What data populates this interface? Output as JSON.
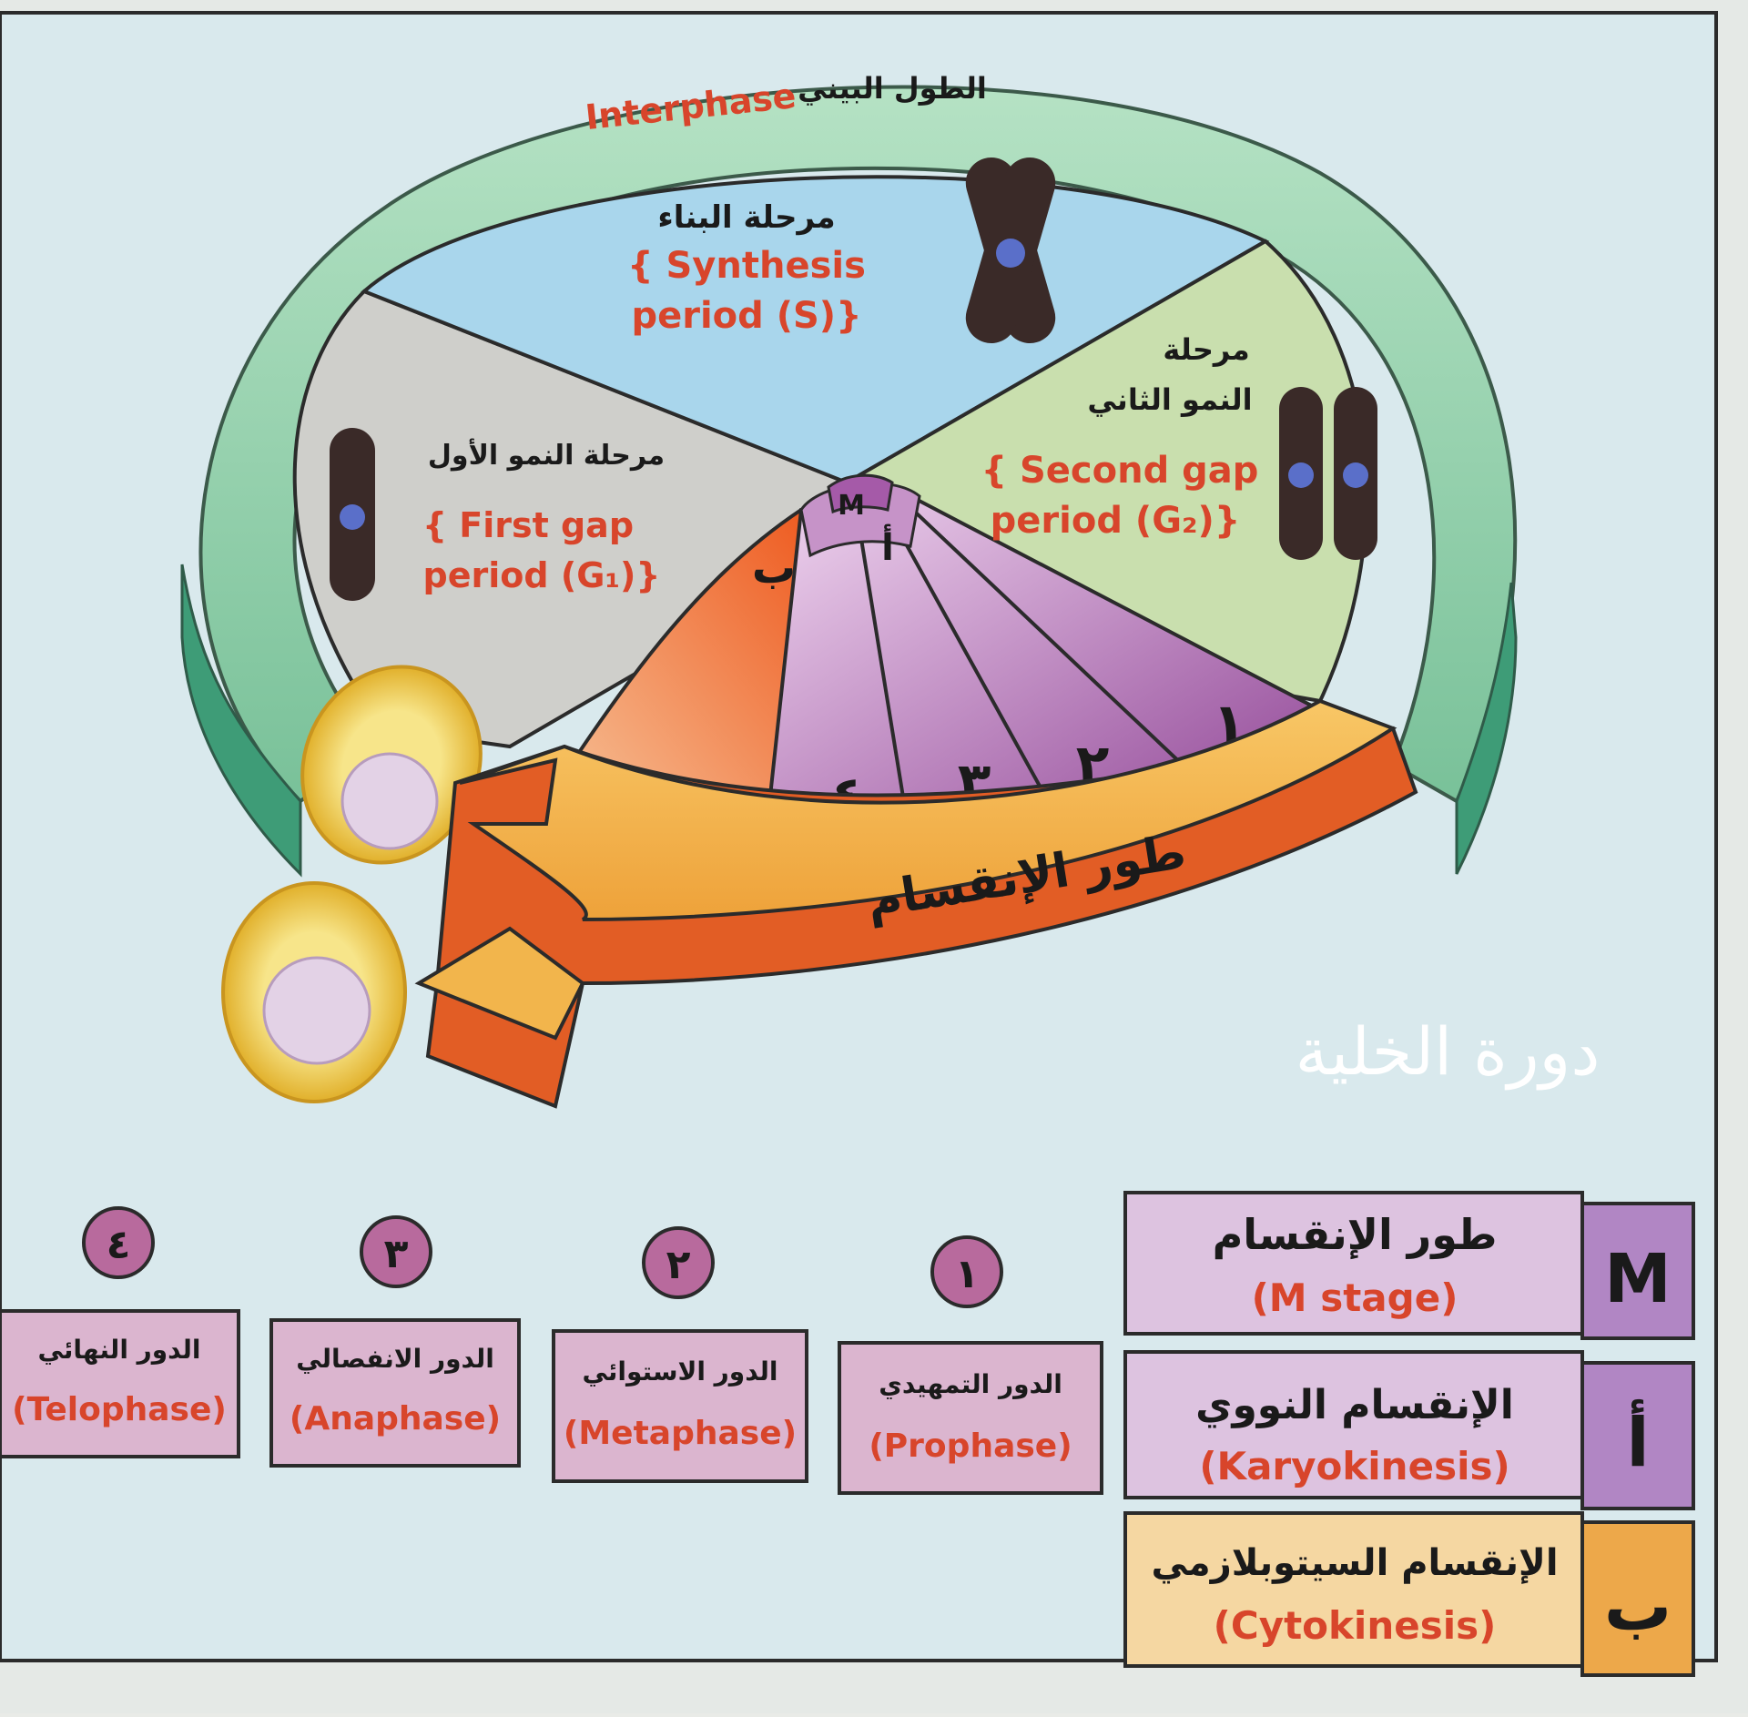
{
  "interphase": {
    "title_en": "Interphase",
    "title_ar": "الطول البيني"
  },
  "phases": {
    "synthesis": {
      "ar": "مرحلة البناء",
      "en_1": "{ Synthesis",
      "en_2": "period (S)}"
    },
    "g1": {
      "ar": "مرحلة النمو الأول",
      "en_1": "{ First gap",
      "en_2": "period (G₁)}"
    },
    "g2": {
      "ar_1": "مرحلة",
      "ar_2": "النمو الثاني",
      "en_1": "{ Second gap",
      "en_2": "period (G₂)}"
    }
  },
  "mitotic": {
    "center_m": "M",
    "karyo_letter": "أ",
    "cyto_letter": "ب",
    "stage_numbers": [
      "١",
      "٢",
      "٣",
      "٤"
    ],
    "arrow_label": "طور الإنقسام"
  },
  "caption": "دورة الخلية",
  "stages": [
    {
      "num": "١",
      "ar": "الدور التمهيدي",
      "en": "(Prophase)"
    },
    {
      "num": "٢",
      "ar": "الدور الاستوائي",
      "en": "(Metaphase)"
    },
    {
      "num": "٣",
      "ar": "الدور الانفصالي",
      "en": "(Anaphase)"
    },
    {
      "num": "٤",
      "ar": "الدور النهائي",
      "en": "(Telophase)"
    }
  ],
  "legend": [
    {
      "key": "M",
      "ar": "طور الإنقسام",
      "en": "(M stage)"
    },
    {
      "key": "أ",
      "ar": "الإنقسام النووي",
      "en": "(Karyokinesis)"
    },
    {
      "key": "ب",
      "ar": "الإنقسام السيتوبلازمي",
      "en": "(Cytokinesis)"
    }
  ],
  "colors": {
    "interphase_ring": "#8fcfa6",
    "synthesis": "#a9d6ec",
    "g1": "#cfcfcb",
    "g2": "#c9dfae",
    "mitosis": "#b779b8",
    "cytokinesis": "#e4552b",
    "arrow": "#f1b24a",
    "text_en": "#d8452b"
  }
}
